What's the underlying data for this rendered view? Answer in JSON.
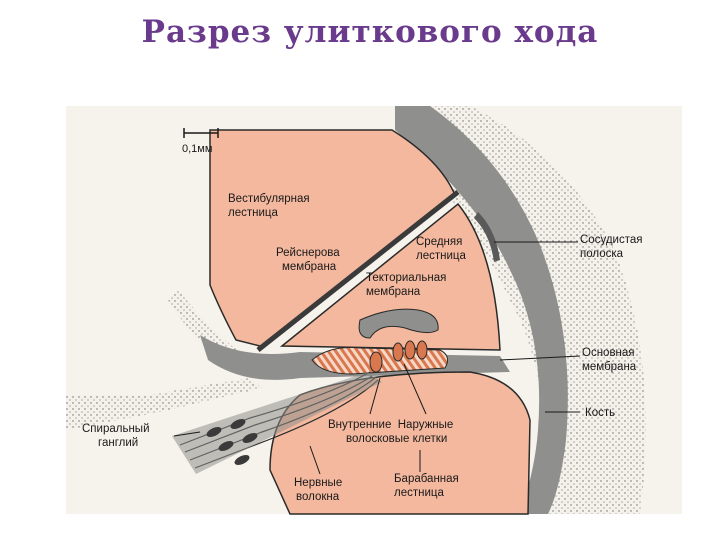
{
  "title": "Разрез улиткового хода",
  "scale_bar": "0,1мм",
  "colors": {
    "title": "#6a3a8c",
    "paper": "#f6f3ec",
    "fluid": "#f3b89e",
    "membrane": "#8f8f8d",
    "bone_stipple": "#5a5a5a",
    "hair_cells": "#d9784e"
  },
  "labels": {
    "vestibular_scala": [
      "Вестибулярная",
      "лестница"
    ],
    "reissner_membrane": [
      "Рейснерова",
      "мембрана"
    ],
    "scala_media": [
      "Средняя",
      "лестница"
    ],
    "stria_vascularis": [
      "Сосудистая",
      "полоска"
    ],
    "tectorial_membrane": [
      "Текториальная",
      "мембрана"
    ],
    "basilar_membrane": [
      "Основная",
      "мембрана"
    ],
    "bone": "Кость",
    "spiral_ganglion": [
      "Спиральный",
      "ганглий"
    ],
    "inner_outer_hair_cells": [
      "Внутренние  Наружные",
      "волосковые клетки"
    ],
    "nerve_fibers": [
      "Нервные",
      "волокна"
    ],
    "tympanic_scala": [
      "Барабанная",
      "лестница"
    ]
  }
}
